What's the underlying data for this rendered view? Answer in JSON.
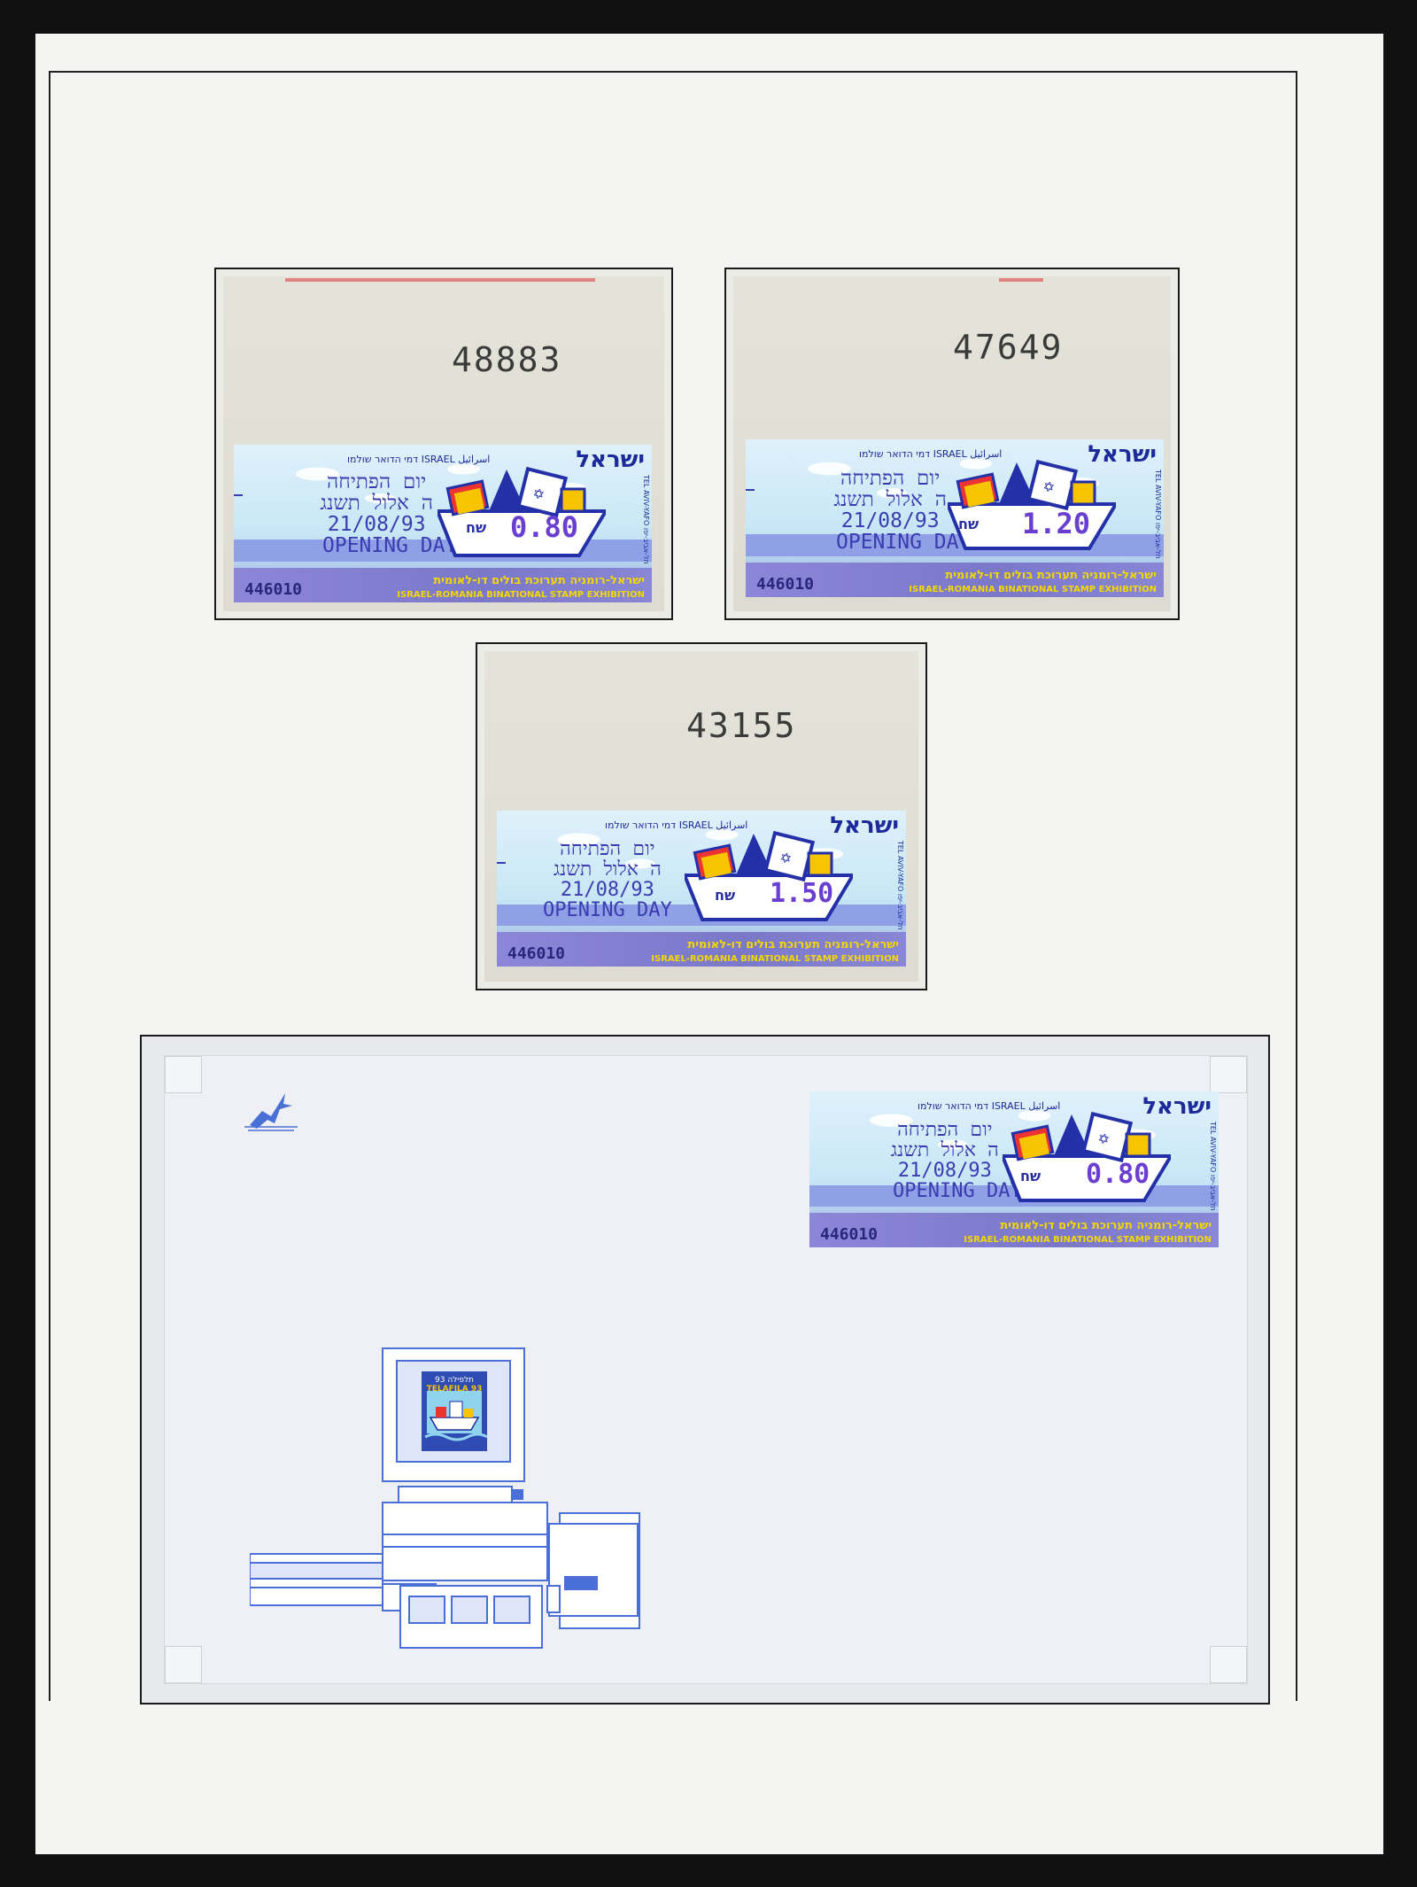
{
  "mounted_strips": [
    {
      "serial": "48883",
      "label": {
        "country_he": "ישראל",
        "header_small": "דמי הדואר שולמו ISRAEL اسرائيل",
        "side_text": "TEL AVIV-YAFO תל-אביב-יפו",
        "overprint": [
          "יום הפתיחה",
          "ה אלול תשנג",
          "21/08/93",
          "OPENING DAY"
        ],
        "currency": "שח",
        "value": "0.80",
        "machine_number": "446010",
        "exhibition_he": "ישראל-רומניה תערוכת בולים דו-לאומית",
        "exhibition_en": "ISRAEL-ROMANIA BINATIONAL STAMP EXHIBITION"
      }
    },
    {
      "serial": "47649",
      "label": {
        "country_he": "ישראל",
        "header_small": "דמי הדואר שולמו ISRAEL اسرائيل",
        "side_text": "TEL AVIV-YAFO תל-אביב-יפו",
        "overprint": [
          "יום הפתיחה",
          "ה אלול תשנג",
          "21/08/93",
          "OPENING DAY"
        ],
        "currency": "שח",
        "value": "1.20",
        "machine_number": "446010",
        "exhibition_he": "ישראל-רומניה תערוכת בולים דו-לאומית",
        "exhibition_en": "ISRAEL-ROMANIA BINATIONAL STAMP EXHIBITION"
      }
    },
    {
      "serial": "43155",
      "label": {
        "country_he": "ישראל",
        "header_small": "דמי הדואר שולמו ISRAEL اسرائيل",
        "side_text": "TEL AVIV-YAFO תל-אביב-יפו",
        "overprint": [
          "יום הפתיחה",
          "ה אלול תשנג",
          "21/08/93",
          "OPENING DAY"
        ],
        "currency": "שח",
        "value": "1.50",
        "machine_number": "446010",
        "exhibition_he": "ישראל-רומניה תערוכת בולים דו-לאומית",
        "exhibition_en": "ISRAEL-ROMANIA BINATIONAL STAMP EXHIBITION"
      }
    }
  ],
  "cover": {
    "label": {
      "country_he": "ישראל",
      "header_small": "דמי הדואר שולמו ISRAEL اسرائيل",
      "side_text": "TEL AVIV-YAFO תל-אביב-יפו",
      "overprint": [
        "יום הפתיחה",
        "ה אלול תשנג",
        "21/08/93",
        "OPENING DAY"
      ],
      "currency": "שח",
      "value": "0.80",
      "machine_number": "446010",
      "exhibition_he": "ישראל-רומניה תערוכת בולים דו-לאומית",
      "exhibition_en": "ISRAEL-ROMANIA BINATIONAL STAMP EXHIBITION"
    },
    "screen_title_he": "תלפילה 93",
    "screen_title_en": "TELAFILA 93"
  },
  "colors": {
    "ink_blue": "#3b3cb0",
    "label_blue": "#1d2a9a",
    "value_purple": "#6a3fd0",
    "exhibition_yellow": "#f2d800",
    "illustration_blue": "#4a6fd6"
  }
}
